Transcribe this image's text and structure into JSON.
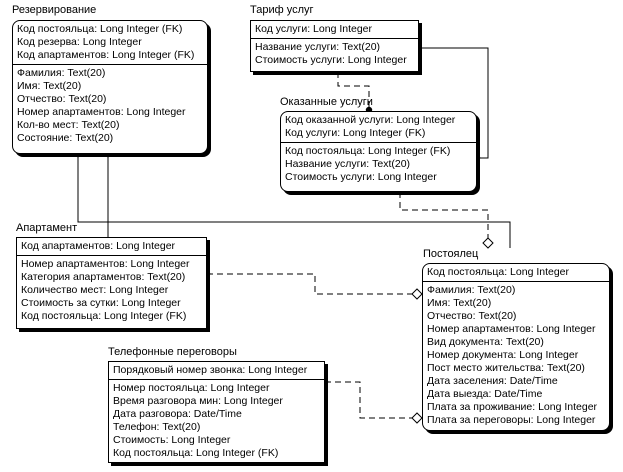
{
  "entities": {
    "rezervirovanie": {
      "title": "Резервирование",
      "keys": [
        "Код постояльца: Long Integer (FK)",
        "Код резерва: Long Integer",
        "Код апартаментов: Long Integer (FK)"
      ],
      "attrs": [
        "Фамилия: Text(20)",
        "Имя: Text(20)",
        "Отчество: Text(20)",
        "Номер апартаментов: Long Integer",
        "Кол-во мест: Text(20)",
        "Состояние: Text(20)"
      ]
    },
    "tarif": {
      "title": "Тариф услуг",
      "keys": [
        "Код услуги: Long Integer"
      ],
      "attrs": [
        "Название услуги: Text(20)",
        "Стоимость услуги: Long Integer"
      ]
    },
    "okazannye": {
      "title": "Оказанные услуги",
      "keys": [
        "Код оказанной услуги: Long Integer",
        "Код услуги: Long Integer (FK)"
      ],
      "attrs": [
        "Код постояльца: Long Integer (FK)",
        "Название услуги: Text(20)",
        "Стоимость услуги: Long Integer"
      ]
    },
    "apartament": {
      "title": "Апартамент",
      "keys": [
        "Код апартаментов: Long Integer"
      ],
      "attrs": [
        "Номер апартаментов: Long Integer",
        "Категория апартаментов: Text(20)",
        "Количество мест: Long Integer",
        "Стоимость за сутки: Long Integer",
        "Код постояльца: Long Integer (FK)"
      ]
    },
    "postoyalec": {
      "title": "Постоялец",
      "keys": [
        "Код постояльца: Long Integer"
      ],
      "attrs": [
        "Фамилия: Text(20)",
        "Имя: Text(20)",
        "Отчество: Text(20)",
        "Номер апартаментов: Long Integer",
        "Вид документа: Text(20)",
        "Номер документа: Long Integer",
        "Пост место жительства: Text(20)",
        "Дата заселения: Date/Time",
        "Дата выезда: Date/Time",
        "Плата за проживание: Long Integer",
        "Плата за переговоры: Long Integer"
      ]
    },
    "telefonnye": {
      "title": "Телефонные переговоры",
      "keys": [
        "Порядковый номер звонка: Long Integer"
      ],
      "attrs": [
        "Номер постояльца: Long Integer",
        "Время разговора мин: Long Integer",
        "Дата разговора: Date/Time",
        "Телефон: Text(20)",
        "Стоимость: Long Integer",
        "Код постояльца: Long Integer (FK)"
      ]
    }
  }
}
